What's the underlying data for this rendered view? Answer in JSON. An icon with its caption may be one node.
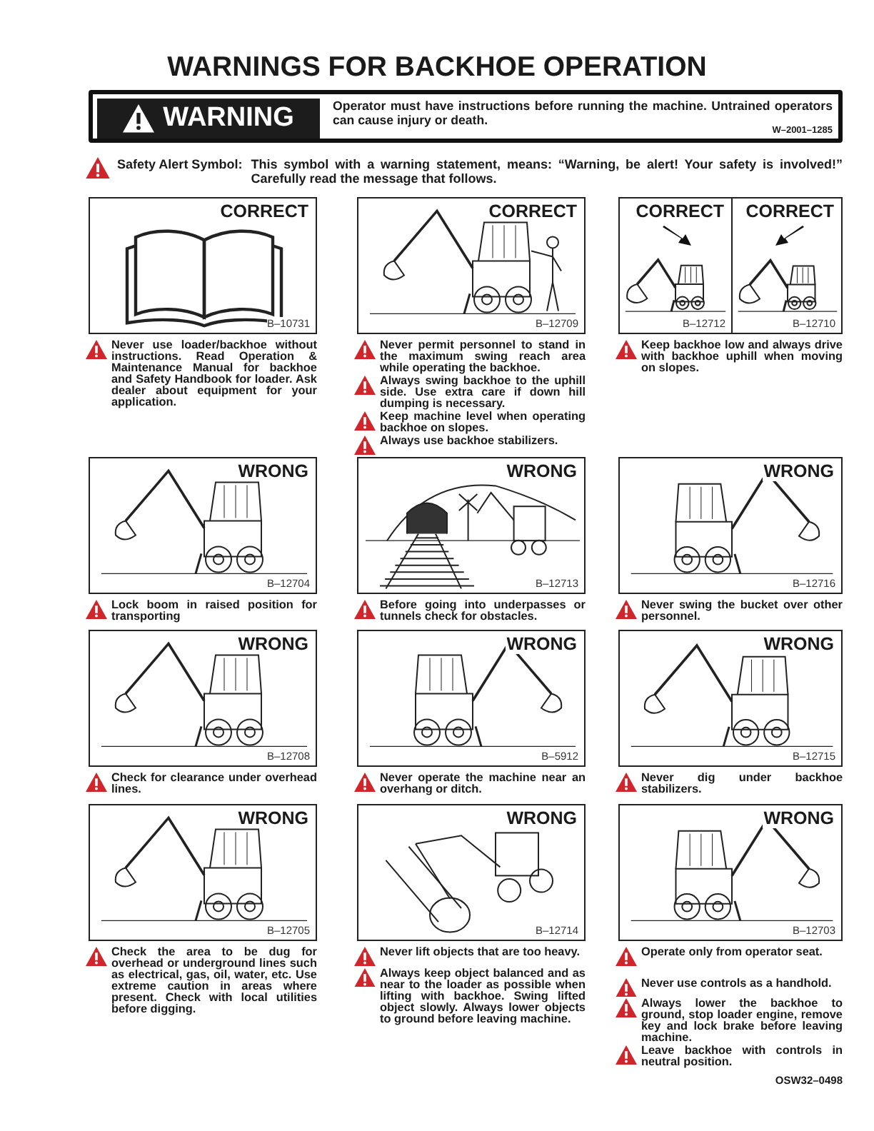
{
  "diagram": {
    "title": "WARNINGS FOR BACKHOE OPERATION",
    "nodes": [
      {
        "text": [
          "Operator must have instructions before running the machine. Untrained operators can cause injury or death.",
          "W–2001–1285"
        ]
      },
      {
        "text": [
          "WARNING"
        ],
        "in": 0
      },
      {
        "text": [
          "CORRECT",
          "B–10731"
        ],
        "beside": [
          "Never use loader/backhoe without instructions. Read Operation & Maintenance Manual for backhoe and Safety Handbook for loader. Ask dealer about equipment for your application."
        ]
      },
      {
        "text": [
          "CORRECT",
          "B–12709"
        ],
        "beside": [
          "Never permit personnel to stand in the maximum swing reach area while operating the backhoe.",
          "Always swing backhoe to the uphill side. Use extra care if down hill dumping is necessary.",
          "Keep machine level when operating backhoe on slopes.",
          "Always use backhoe stabilizers."
        ]
      },
      {
        "text": [],
        "shape": "box",
        "beside": [
          "Keep backhoe low and always drive with backhoe uphill when moving on slopes."
        ]
      },
      {
        "text": [
          "CORRECT",
          "B–12712"
        ],
        "in": 4
      },
      {
        "text": [
          "CORRECT",
          "B–12710"
        ],
        "in": 4
      },
      {
        "text": [
          "WRONG",
          "B–12704"
        ],
        "beside": [
          "Lock boom in raised position for transporting"
        ]
      },
      {
        "text": [
          "WRONG",
          "B–12713"
        ],
        "beside": [
          "Before going into underpasses or tunnels check for obstacles."
        ]
      },
      {
        "text": [
          "WRONG",
          "B–12716"
        ],
        "beside": [
          "Never swing the bucket over other personnel."
        ]
      },
      {
        "text": [
          "WRONG",
          "B–12708"
        ],
        "beside": [
          "Check for clearance under overhead lines."
        ]
      },
      {
        "text": [
          "WRONG",
          "B–5912"
        ],
        "beside": [
          "Never operate the machine near an overhang or ditch."
        ]
      },
      {
        "text": [
          "WRONG",
          "B–12715"
        ],
        "beside": [
          "Never dig under backhoe stabilizers."
        ]
      },
      {
        "text": [
          "WRONG",
          "B–12705"
        ],
        "beside": [
          "Check the area to be dug for overhead or underground lines such as electrical, gas, oil, water, etc. Use extreme caution in areas where present. Check with local utilities before digging."
        ]
      },
      {
        "text": [
          "WRONG",
          "B–12714"
        ],
        "beside": [
          "Never lift objects that are too heavy.",
          "Always keep object balanced and as near to the loader as possible when lifting with backhoe. Swing lifted object slowly. Always lower objects to ground before leaving machine."
        ]
      },
      {
        "text": [
          "WRONG",
          "B–12703"
        ],
        "beside": [
          "Operate only from operator seat.",
          "Never use controls as a handhold.",
          "Always lower the backhoe to ground, stop loader engine, remove key and lock brake before leaving machine.",
          "Leave backhoe with controls in neutral position."
        ]
      }
    ],
    "labels": [
      "Safety Alert Symbol:",
      "This symbol with a warning statement, means: “Warning, be alert! Your safety is involved!” Carefully read the message that follows.",
      "OSW32–0498"
    ]
  }
}
